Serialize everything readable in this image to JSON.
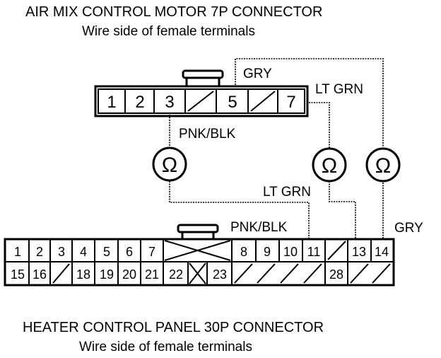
{
  "top": {
    "title": "AIR MIX CONTROL MOTOR 7P CONNECTOR",
    "subtitle": "Wire side of female terminals"
  },
  "bottom": {
    "title": "HEATER CONTROL PANEL 30P CONNECTOR",
    "subtitle": "Wire side of female terminals"
  },
  "connector7p": {
    "cells": [
      "1",
      "2",
      "3",
      "",
      "5",
      "",
      "7"
    ]
  },
  "connector30p": {
    "row1": [
      "1",
      "2",
      "3",
      "4",
      "5",
      "6",
      "7",
      "",
      "8",
      "9",
      "10",
      "11",
      "",
      "13",
      "14"
    ],
    "row2": [
      "15",
      "16",
      "",
      "18",
      "19",
      "20",
      "21",
      "22",
      "",
      "23",
      "",
      "28",
      ""
    ]
  },
  "wires": {
    "gry_top": "GRY",
    "ltgrn_top": "LT GRN",
    "pnkblk_top": "PNK/BLK",
    "ltgrn_bottom": "LT GRN",
    "pnkblk_bottom": "PNK/BLK",
    "gry_bottom": "GRY"
  },
  "meters": [
    "Ω",
    "Ω",
    "Ω"
  ]
}
